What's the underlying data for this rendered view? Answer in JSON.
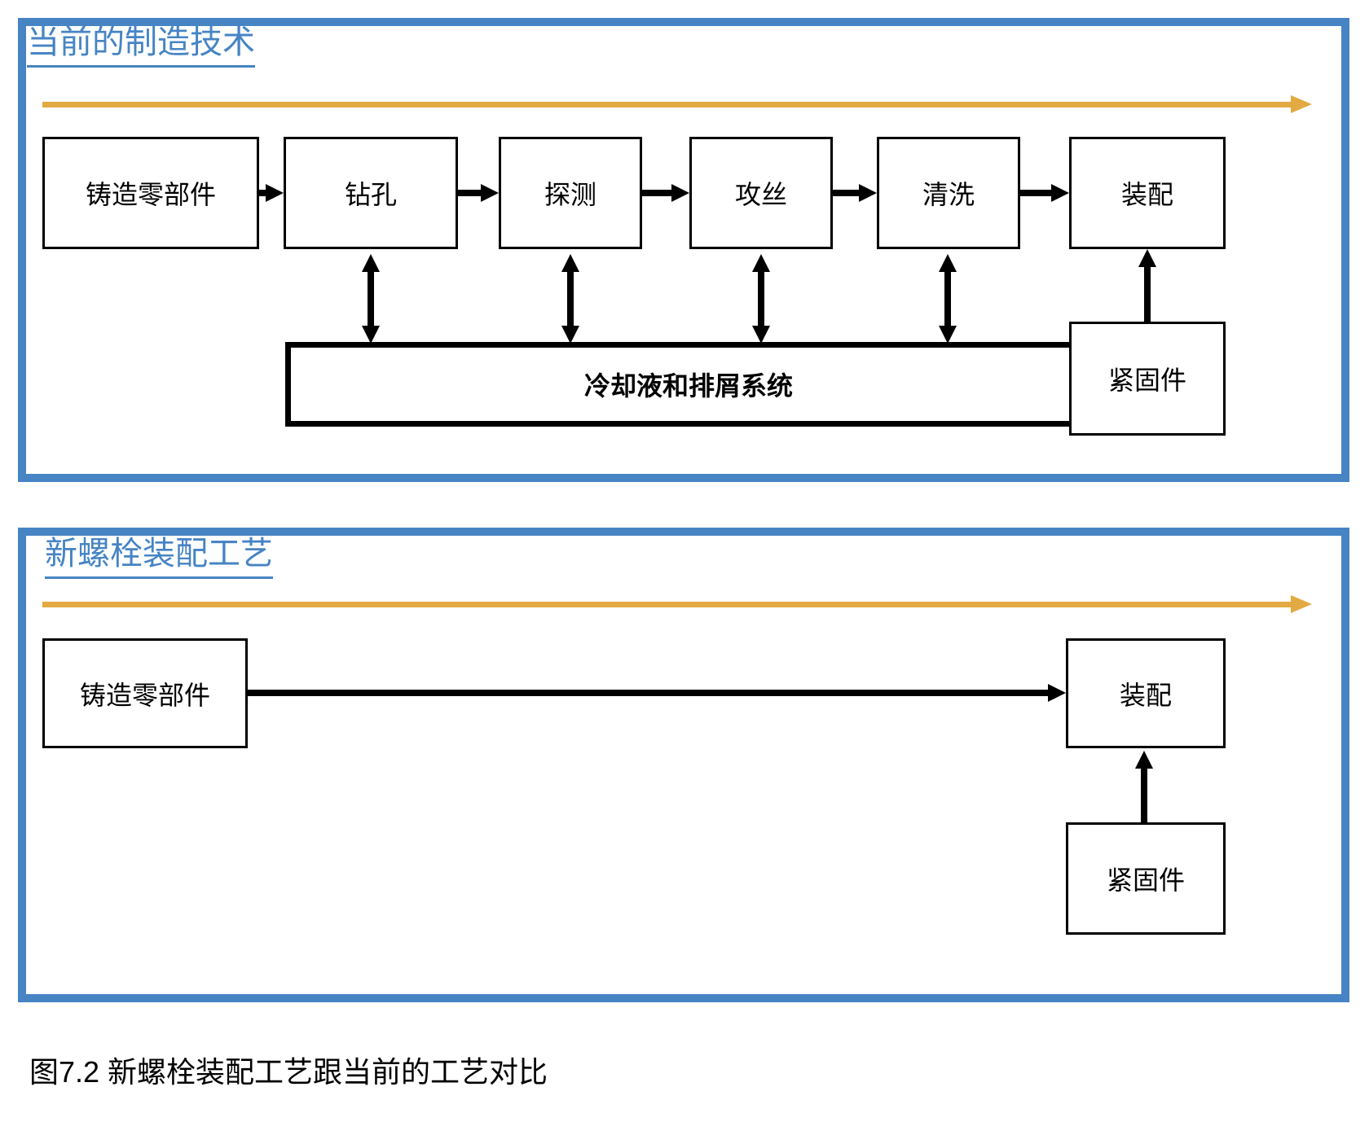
{
  "figure": {
    "caption": "图7.2  新螺栓装配工艺跟当前的工艺对比"
  },
  "colors": {
    "panel_border": "#4684c4",
    "title_text": "#4684c4",
    "flow_arrow": "#e3a942",
    "box_border": "#000000",
    "box_fill": "#ffffff",
    "text": "#000000"
  },
  "panels": [
    {
      "id": "current",
      "title": "当前的制造技术",
      "process_steps": [
        {
          "label": "铸造零部件"
        },
        {
          "label": "钻孔"
        },
        {
          "label": "探测"
        },
        {
          "label": "攻丝"
        },
        {
          "label": "清洗"
        },
        {
          "label": "装配"
        }
      ],
      "support_system": {
        "label": "冷却液和排屑系统"
      },
      "input_box": {
        "label": "紧固件"
      }
    },
    {
      "id": "new",
      "title": "新螺栓装配工艺",
      "process_steps": [
        {
          "label": "铸造零部件"
        },
        {
          "label": "装配"
        }
      ],
      "input_box": {
        "label": "紧固件"
      }
    }
  ]
}
